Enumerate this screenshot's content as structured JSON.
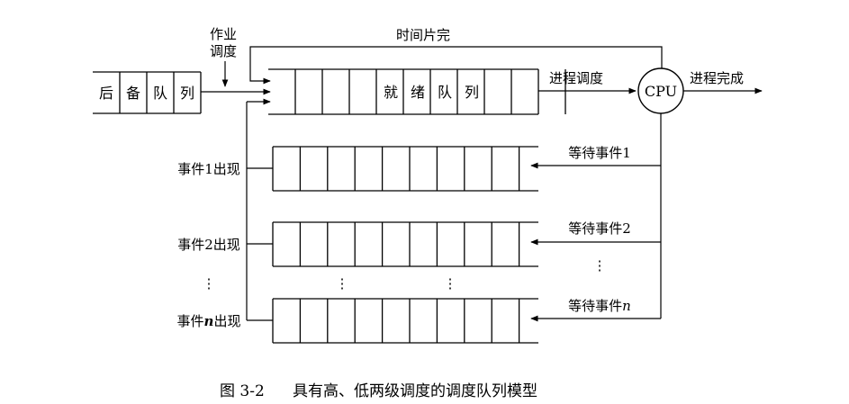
{
  "labels": {
    "job_scheduling_l1": "作业",
    "job_scheduling_l2": "调度",
    "time_slice_done": "时间片完",
    "process_scheduling": "进程调度",
    "cpu": "CPU",
    "process_complete": "进程完成",
    "event1_occurs": "事件1出现",
    "event2_occurs": "事件2出现",
    "eventn_prefix": "事件",
    "eventn_italic": "n",
    "eventn_suffix": "出现",
    "wait_event1": "等待事件1",
    "wait_event2": "等待事件2",
    "waitn_prefix": "等待事件",
    "waitn_italic": "n",
    "vertical_ellipsis": "⋮"
  },
  "backup_queue": [
    "后",
    "备",
    "队",
    "列"
  ],
  "ready_queue": [
    "",
    "",
    "",
    "",
    "就",
    "绪",
    "队",
    "列",
    "",
    ""
  ],
  "caption": {
    "number": "图 3-2",
    "title": "具有高、低两级调度的调度队列模型"
  }
}
